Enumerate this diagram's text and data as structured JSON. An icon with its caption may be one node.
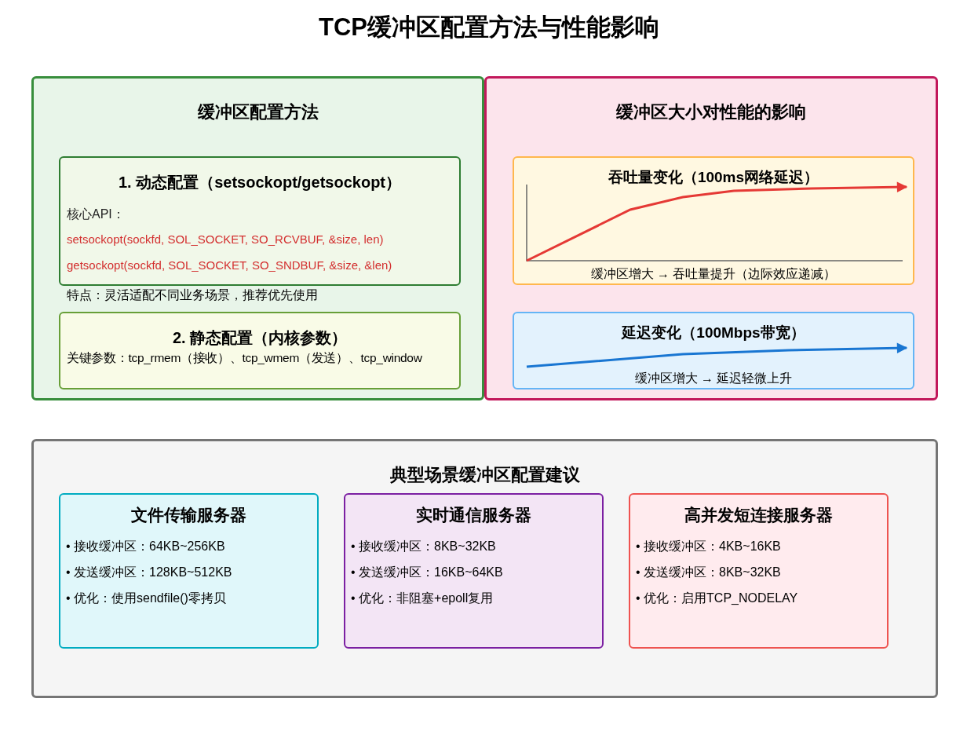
{
  "diagram": {
    "title": "TCP缓冲区配置方法与性能影响",
    "nodes": [
      {
        "text": [
          "缓冲区配置方法"
        ]
      },
      {
        "text": [
          "1. 动态配置（setsockopt/getsockopt）",
          "核心API：",
          "setsockopt(sockfd, SOL_SOCKET, SO_RCVBUF, &size, len)",
          "getsockopt(sockfd, SOL_SOCKET, SO_SNDBUF, &size, &len)"
        ],
        "in": 0,
        "beside": [
          "特点：灵活适配不同业务场景，推荐优先使用"
        ]
      },
      {
        "text": [
          "2. 静态配置（内核参数）",
          "关键参数：tcp_rmem（接收）、tcp_wmem（发送）、tcp_window"
        ],
        "in": 0
      },
      {
        "text": [
          "缓冲区大小对性能的影响"
        ]
      },
      {
        "text": [
          "吞吐量变化（100ms网络延迟）",
          "缓冲区增大 → 吞吐量提升（边际效应递减）"
        ],
        "in": 3
      },
      {
        "text": [
          "延迟变化（100Mbps带宽）",
          "缓冲区增大 → 延迟轻微上升"
        ],
        "in": 3
      },
      {
        "text": [
          "典型场景缓冲区配置建议"
        ]
      },
      {
        "text": [
          "文件传输服务器",
          "• 接收缓冲区：64KB~256KB",
          "• 发送缓冲区：128KB~512KB",
          "• 优化：使用sendfile()零拷贝"
        ],
        "in": 6
      },
      {
        "text": [
          "实时通信服务器",
          "• 接收缓冲区：8KB~32KB",
          "• 发送缓冲区：16KB~64KB",
          "• 优化：非阻塞+epoll复用"
        ],
        "in": 6
      },
      {
        "text": [
          "高并发短连接服务器",
          "• 接收缓冲区：4KB~16KB",
          "• 发送缓冲区：8KB~32KB",
          "• 优化：启用TCP_NODELAY"
        ],
        "in": 6
      }
    ],
    "edges": []
  }
}
